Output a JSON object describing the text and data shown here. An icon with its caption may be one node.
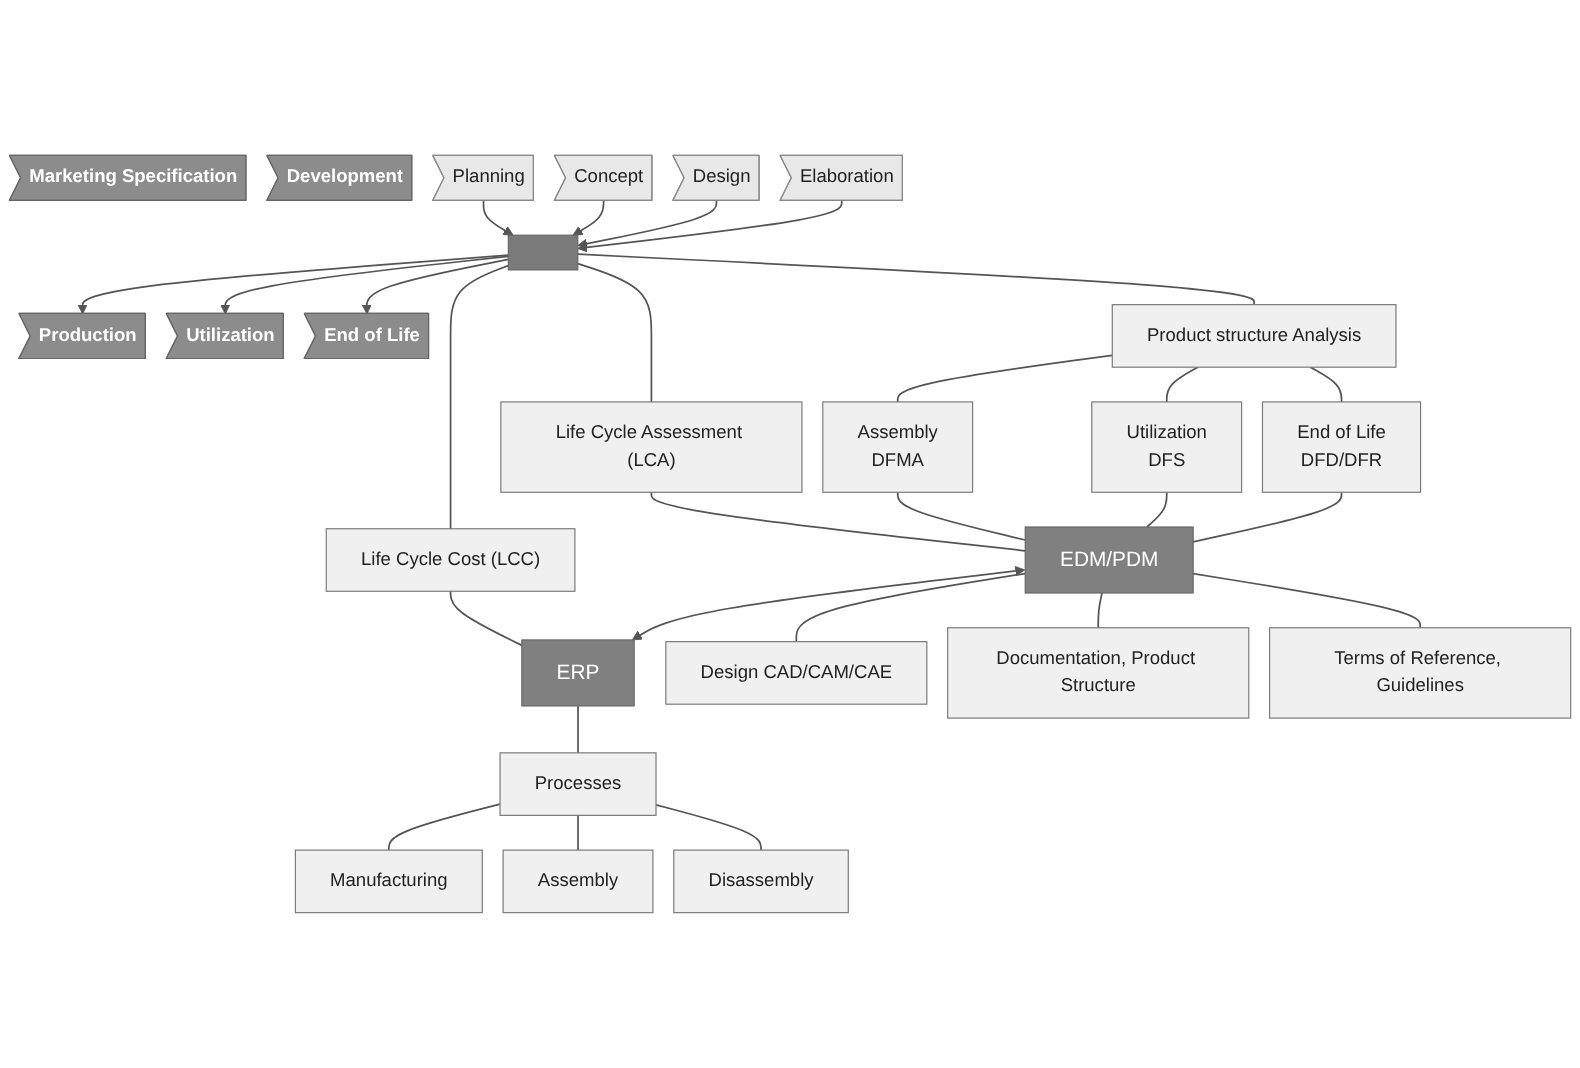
{
  "diagram": {
    "nodes": [
      {
        "text": [
          "Marketing Specification"
        ]
      },
      {
        "text": [
          "Development"
        ]
      },
      {
        "text": [
          "Production"
        ]
      },
      {
        "text": [
          "Utilization"
        ]
      },
      {
        "text": [
          "End of Life"
        ]
      },
      {
        "text": [
          "Planning"
        ]
      },
      {
        "text": [
          "Concept"
        ]
      },
      {
        "text": [
          "Design"
        ]
      },
      {
        "text": [
          "Elaboration"
        ]
      },
      {
        "text": [],
        "shape": "bar"
      },
      {
        "text": [
          "Life Cycle Assessment (LCA)"
        ]
      },
      {
        "text": [
          "Product structure Analysis"
        ]
      },
      {
        "text": [
          "Assembly",
          "DFMA"
        ]
      },
      {
        "text": [
          "Utilization",
          "DFS"
        ]
      },
      {
        "text": [
          "End of Life",
          "DFD/DFR"
        ]
      },
      {
        "text": [
          "Life Cycle Cost (LCC)"
        ]
      },
      {
        "text": [
          "EDM/PDM"
        ]
      },
      {
        "text": [
          "ERP"
        ]
      },
      {
        "text": [
          "Design CAD/CAM/CAE"
        ]
      },
      {
        "text": [
          "Documentation, Product Structure"
        ]
      },
      {
        "text": [
          "Terms of Reference, Guidelines"
        ]
      },
      {
        "text": [
          "Processes"
        ]
      },
      {
        "text": [
          "Manufacturing"
        ]
      },
      {
        "text": [
          "Assembly"
        ]
      },
      {
        "text": [
          "Disassembly"
        ]
      }
    ],
    "edges": [
      {
        "from": 5,
        "to": 9,
        "arrow": "to"
      },
      {
        "from": 6,
        "to": 9,
        "arrow": "to"
      },
      {
        "from": 7,
        "to": 9,
        "arrow": "to"
      },
      {
        "from": 8,
        "to": 9,
        "arrow": "to"
      },
      {
        "from": 9,
        "to": 2,
        "arrow": "to"
      },
      {
        "from": 9,
        "to": 3,
        "arrow": "to"
      },
      {
        "from": 9,
        "to": 4,
        "arrow": "to"
      },
      {
        "from": 9,
        "to": 10,
        "arrow": "none"
      },
      {
        "from": 9,
        "to": 11,
        "arrow": "none"
      },
      {
        "from": 9,
        "to": 15,
        "arrow": "none"
      },
      {
        "from": 11,
        "to": 12,
        "arrow": "none"
      },
      {
        "from": 11,
        "to": 13,
        "arrow": "none"
      },
      {
        "from": 11,
        "to": 14,
        "arrow": "none"
      },
      {
        "from": 10,
        "to": 16,
        "arrow": "none"
      },
      {
        "from": 12,
        "to": 16,
        "arrow": "none"
      },
      {
        "from": 13,
        "to": 16,
        "arrow": "none"
      },
      {
        "from": 14,
        "to": 16,
        "arrow": "none"
      },
      {
        "from": 15,
        "to": 17,
        "arrow": "none"
      },
      {
        "from": 16,
        "to": 17,
        "arrow": "both"
      },
      {
        "from": 16,
        "to": 18,
        "arrow": "none"
      },
      {
        "from": 16,
        "to": 19,
        "arrow": "none"
      },
      {
        "from": 16,
        "to": 20,
        "arrow": "none"
      },
      {
        "from": 17,
        "to": 21,
        "arrow": "none"
      },
      {
        "from": 21,
        "to": 22,
        "arrow": "none"
      },
      {
        "from": 21,
        "to": 23,
        "arrow": "none"
      },
      {
        "from": 21,
        "to": 24,
        "arrow": "none"
      }
    ]
  }
}
